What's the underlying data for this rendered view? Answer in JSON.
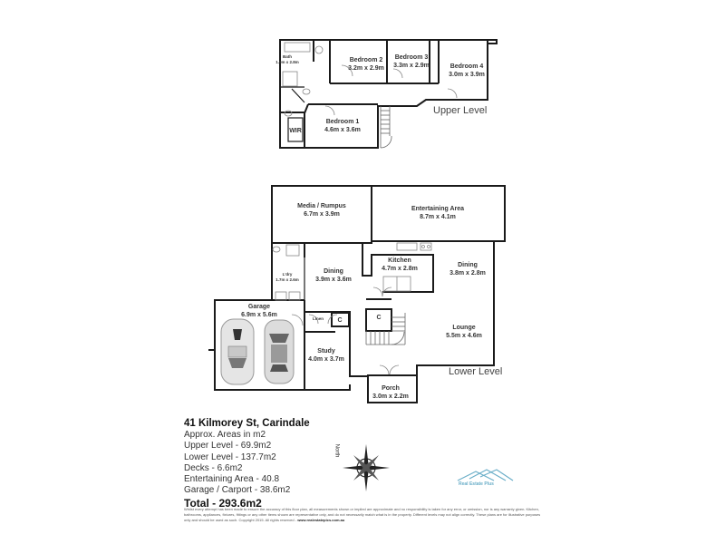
{
  "upper_level": {
    "label": "Upper Level",
    "rooms": [
      {
        "name": "Bath",
        "dims": "1.9m x 2.8m"
      },
      {
        "name": "Bedroom 2",
        "dims": "3.2m x 2.9m"
      },
      {
        "name": "Bedroom 3",
        "dims": "3.3m x 2.9m"
      },
      {
        "name": "Bedroom 4",
        "dims": "3.0m x 3.9m"
      },
      {
        "name": "Bedroom 1",
        "dims": "4.6m x 3.6m"
      },
      {
        "name": "WIR",
        "dims": ""
      }
    ]
  },
  "lower_level": {
    "label": "Lower Level",
    "rooms": [
      {
        "name": "Media / Rumpus",
        "dims": "6.7m x 3.9m"
      },
      {
        "name": "Entertaining Area",
        "dims": "8.7m x 4.1m"
      },
      {
        "name": "Kitchen",
        "dims": "4.7m x 2.8m"
      },
      {
        "name": "Dining",
        "dims": "3.8m x 2.8m"
      },
      {
        "name": "L'dry",
        "dims": "1.7m x 2.6m"
      },
      {
        "name": "Dining",
        "dims": "3.9m x 3.6m"
      },
      {
        "name": "Garage",
        "dims": "6.9m x 5.6m"
      },
      {
        "name": "Linen",
        "dims": ""
      },
      {
        "name": "C",
        "dims": ""
      },
      {
        "name": "C",
        "dims": ""
      },
      {
        "name": "Study",
        "dims": "4.0m x 3.7m"
      },
      {
        "name": "Lounge",
        "dims": "5.5m x 4.6m"
      },
      {
        "name": "Porch",
        "dims": "3.0m x 2.2m"
      }
    ]
  },
  "info": {
    "address": "41 Kilmorey St, Carindale",
    "lines": [
      "Approx. Areas in m2",
      "Upper Level - 69.9m2",
      "Lower Level - 137.7m2",
      "Decks - 6.6m2",
      "Entertaining Area - 40.8",
      "Garage / Carport - 38.6m2"
    ],
    "total": "Total - 293.6m2"
  },
  "compass": {
    "label": "North"
  },
  "logo": {
    "text": "Real Estate Plus"
  },
  "disclaimer": {
    "text": "Whilst every attempt has been made to ensure the accuracy of this floor plan, all measurements shown or implied are approximate and no responsibility is taken for any error, or omission, nor is any warranty given. Kitchen, bathrooms, appliances, fixtures, fittings or any other items shown are representative only, and do not necessarily match what is in the property. Different levels may not align correctly. These plans are for illustrative purposes only and should be used as such. Copyright 2015. All rights reserved - ",
    "url": "www.realestatepics.com.au"
  },
  "colors": {
    "wall": "#1a1a1a",
    "thin": "#777777",
    "logo": "#6aaec8"
  }
}
